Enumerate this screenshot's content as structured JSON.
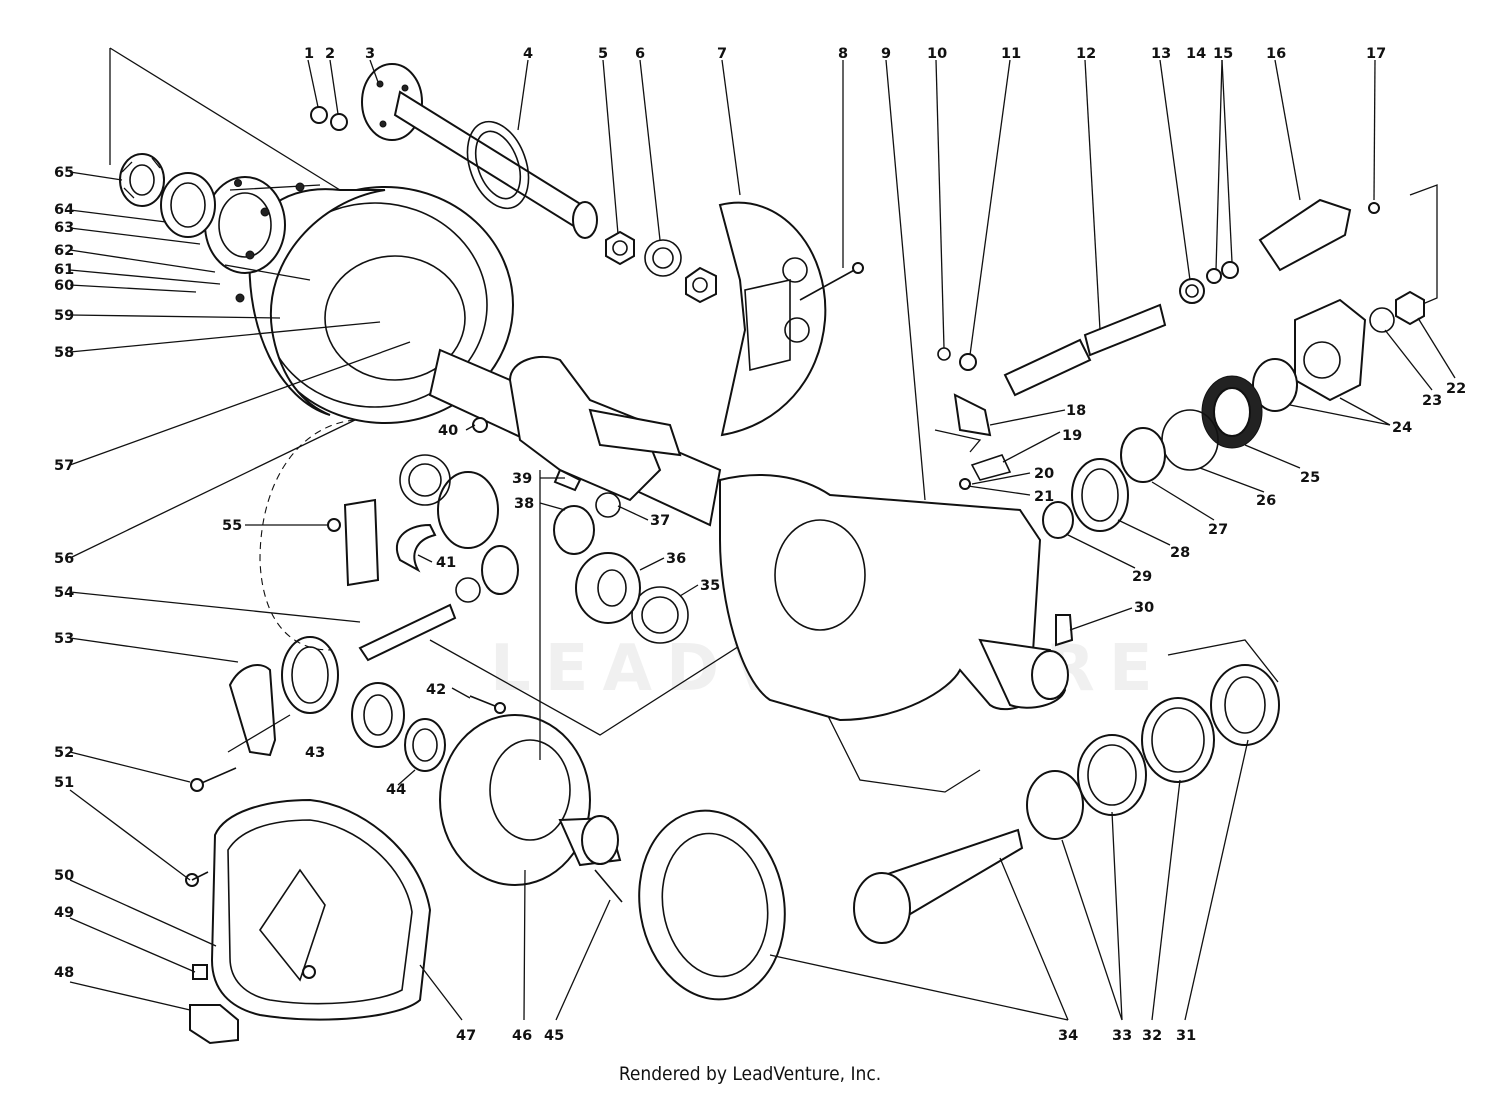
{
  "diagram": {
    "callouts": [
      "1",
      "2",
      "3",
      "4",
      "5",
      "6",
      "7",
      "8",
      "9",
      "10",
      "11",
      "12",
      "13",
      "14",
      "15",
      "16",
      "17",
      "18",
      "19",
      "20",
      "21",
      "22",
      "23",
      "24",
      "25",
      "26",
      "27",
      "28",
      "29",
      "30",
      "31",
      "32",
      "33",
      "34",
      "35",
      "36",
      "37",
      "38",
      "39",
      "40",
      "41",
      "42",
      "43",
      "44",
      "45",
      "46",
      "47",
      "48",
      "49",
      "50",
      "51",
      "52",
      "53",
      "54",
      "55",
      "56",
      "57",
      "58",
      "59",
      "60",
      "61",
      "62",
      "63",
      "64",
      "65"
    ],
    "caption": "Rendered by LeadVenture, Inc.",
    "watermark": "LEADVENTURE"
  }
}
